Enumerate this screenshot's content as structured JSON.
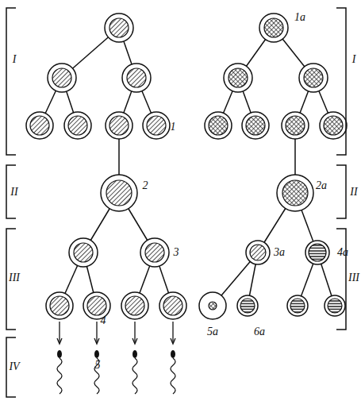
{
  "diagram": {
    "labels": [
      "I",
      "II",
      "III",
      "IV",
      "I",
      "II",
      "III",
      "1",
      "2",
      "3",
      "4",
      "5",
      "1a",
      "2a",
      "3a",
      "4a",
      "5a",
      "6a"
    ]
  }
}
